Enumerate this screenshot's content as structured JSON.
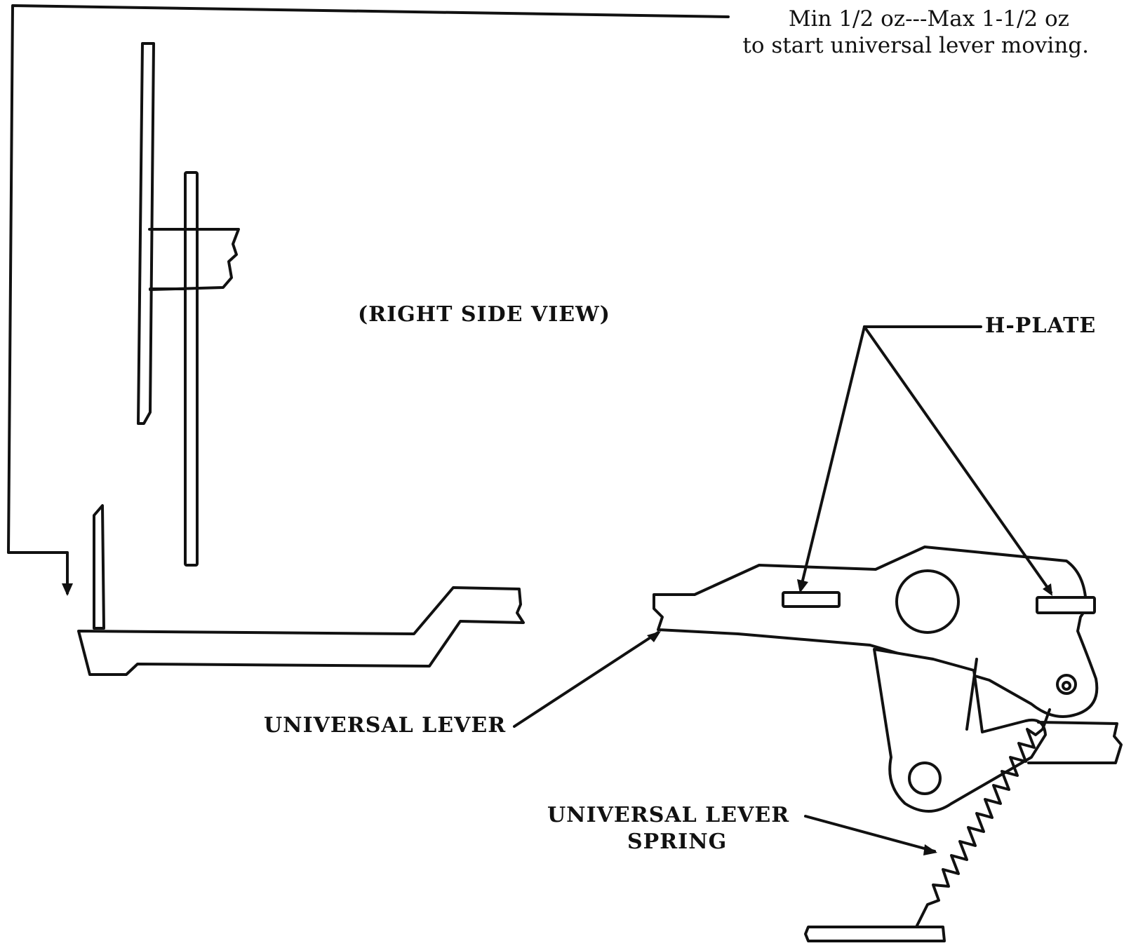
{
  "figure": {
    "force_note_line1": "Min 1/2 oz---Max 1-1/2 oz",
    "force_note_line2": "to start universal lever moving.",
    "view_label": "(RIGHT SIDE VIEW)",
    "h_plate_label": "H-PLATE",
    "universal_lever_label": "UNIVERSAL LEVER",
    "spring_label_line1": "UNIVERSAL LEVER",
    "spring_label_line2": "SPRING"
  }
}
